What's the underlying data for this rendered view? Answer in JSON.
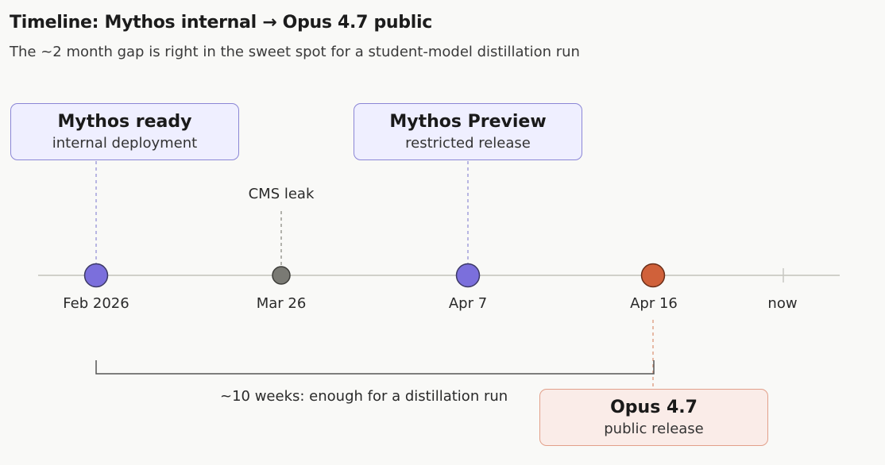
{
  "title": "Timeline: Mythos internal → Opus 4.7 public",
  "subtitle": "The ~2 month gap is right in the sweet spot for a student-model distillation run",
  "colors": {
    "purple": "#7b6fdc",
    "gray": "#7a7a74",
    "orange": "#d0613a",
    "axis": "#c2c2bc",
    "purple_dash": "#a39fdb",
    "orange_dash": "#e0a48a"
  },
  "events": [
    {
      "date_label": "Feb 2026",
      "box_title": "Mythos ready",
      "box_sub": "internal deployment"
    },
    {
      "date_label": "Mar 26",
      "annotation": "CMS leak"
    },
    {
      "date_label": "Apr 7",
      "box_title": "Mythos Preview",
      "box_sub": "restricted release"
    },
    {
      "date_label": "Apr 16",
      "box_title": "Opus 4.7",
      "box_sub": "public release"
    },
    {
      "date_label": "now"
    }
  ],
  "gap_note": "~10 weeks: enough for a distillation run"
}
